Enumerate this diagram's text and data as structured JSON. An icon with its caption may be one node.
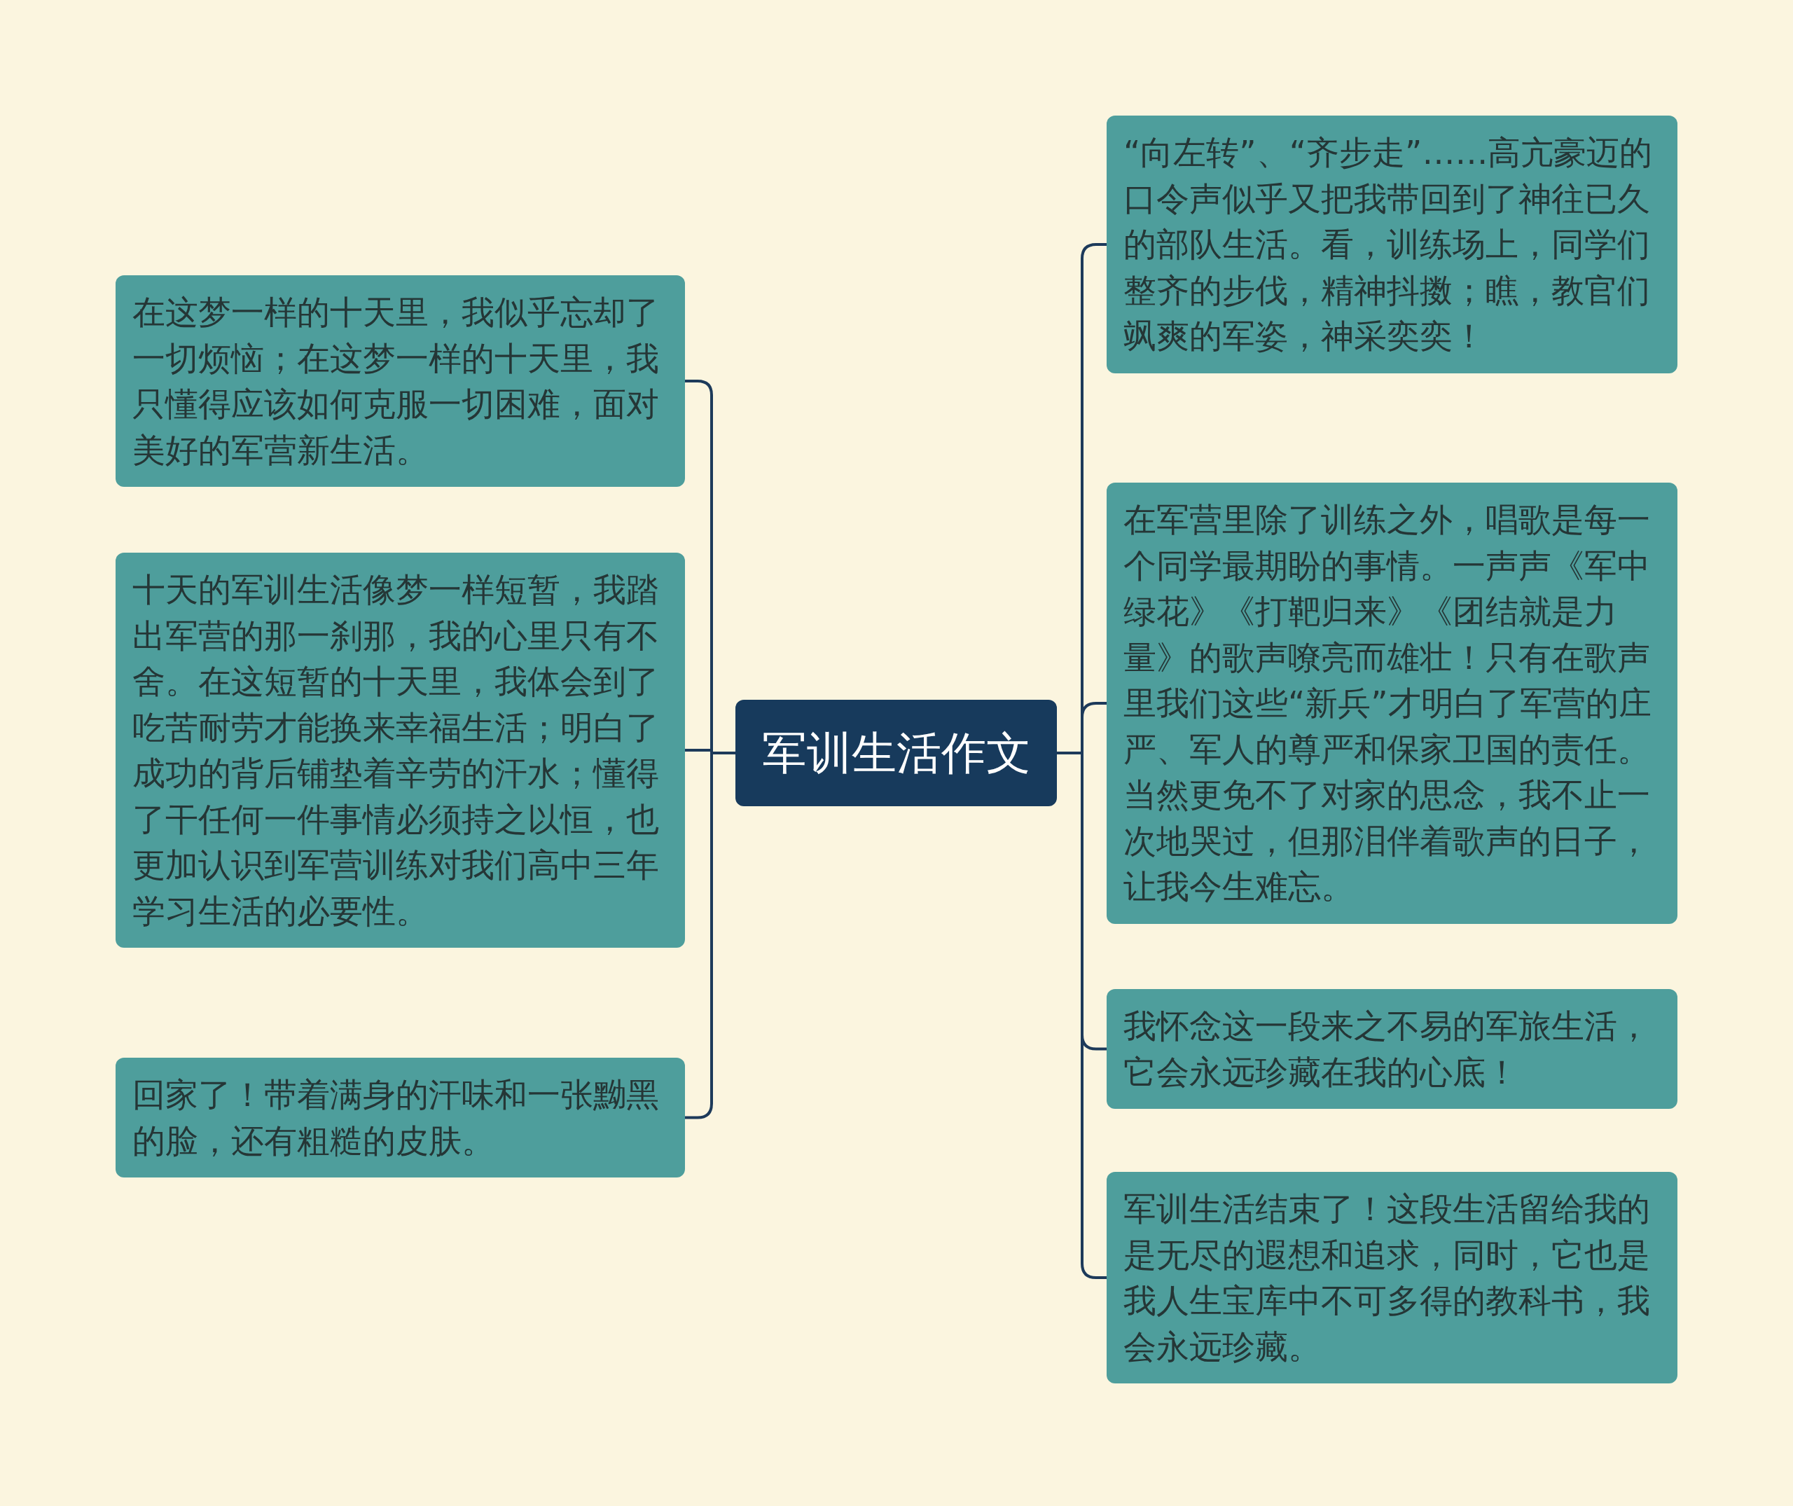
{
  "diagram": {
    "nodes": [
      {
        "text": [
          "军训生活作文"
        ]
      },
      {
        "text": [
          "在这梦一样的十天里，我似乎忘却了一切烦恼；在这梦一样的十天里，我只懂得应该如何克服一切困难，面对美好的军营新生活。"
        ]
      },
      {
        "text": [
          "十天的军训生活像梦一样短暂，我踏出军营的那一刹那，我的心里只有不舍。在这短暂的十天里，我体会到了吃苦耐劳才能换来幸福生活；明白了成功的背后铺垫着辛劳的汗水；懂得了干任何一件事情必须持之以恒，也更加认识到军营训练对我们高中三年学习生活的必要性。"
        ]
      },
      {
        "text": [
          "回家了！带着满身的汗味和一张黝黑的脸，还有粗糙的皮肤。"
        ]
      },
      {
        "text": [
          "“向左转”、“齐步走”……高亢豪迈的口令声似乎又把我带回到了神往已久的部队生活。看，训练场上，同学们整齐的步伐，精神抖擞；瞧，教官们飒爽的军姿，神采奕奕！"
        ]
      },
      {
        "text": [
          "在军营里除了训练之外，唱歌是每一个同学最期盼的事情。一声声《军中绿花》《打靶归来》《团结就是力量》的歌声嘹亮而雄壮！只有在歌声里我们这些“新兵”才明白了军营的庄严、军人的尊严和保家卫国的责任。当然更免不了对家的思念，我不止一次地哭过，但那泪伴着歌声的日子，让我今生难忘。"
        ]
      },
      {
        "text": [
          "我怀念这一段来之不易的军旅生活，它会永远珍藏在我的心底！"
        ]
      },
      {
        "text": [
          "军训生活结束了！这段生活留给我的是无尽的遐想和追求，同时，它也是我人生宝库中不可多得的教科书，我会永远珍藏。"
        ]
      }
    ],
    "edges": [
      {
        "from": 0,
        "to": 1,
        "arrow": "none"
      },
      {
        "from": 0,
        "to": 2,
        "arrow": "none"
      },
      {
        "from": 0,
        "to": 3,
        "arrow": "none"
      },
      {
        "from": 0,
        "to": 4,
        "arrow": "none"
      },
      {
        "from": 0,
        "to": 5,
        "arrow": "none"
      },
      {
        "from": 0,
        "to": 6,
        "arrow": "none"
      },
      {
        "from": 0,
        "to": 7,
        "arrow": "none"
      }
    ]
  }
}
